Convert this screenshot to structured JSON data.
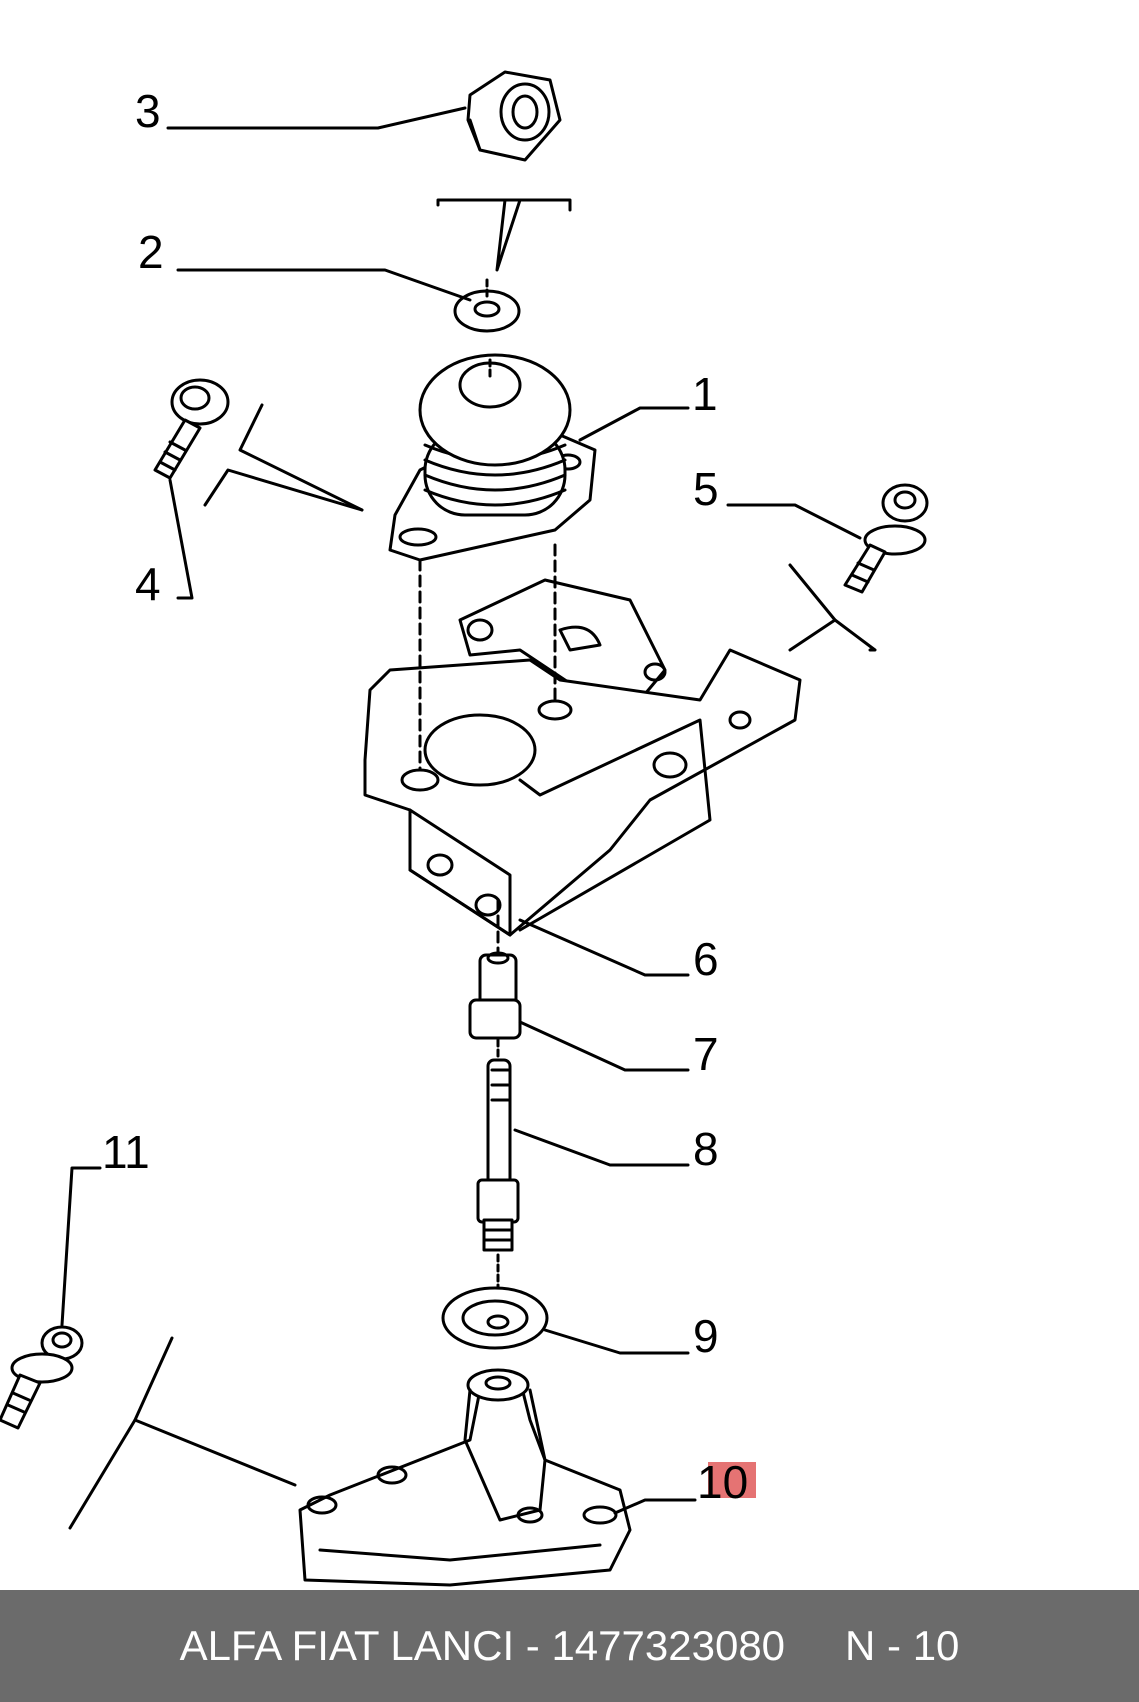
{
  "diagram": {
    "callouts": [
      "1",
      "2",
      "3",
      "4",
      "5",
      "6",
      "7",
      "8",
      "9",
      "10",
      "11"
    ]
  },
  "footer": {
    "part_text": "ALFA FIAT LANCI - 1477323080",
    "page_label": "N - 10"
  }
}
